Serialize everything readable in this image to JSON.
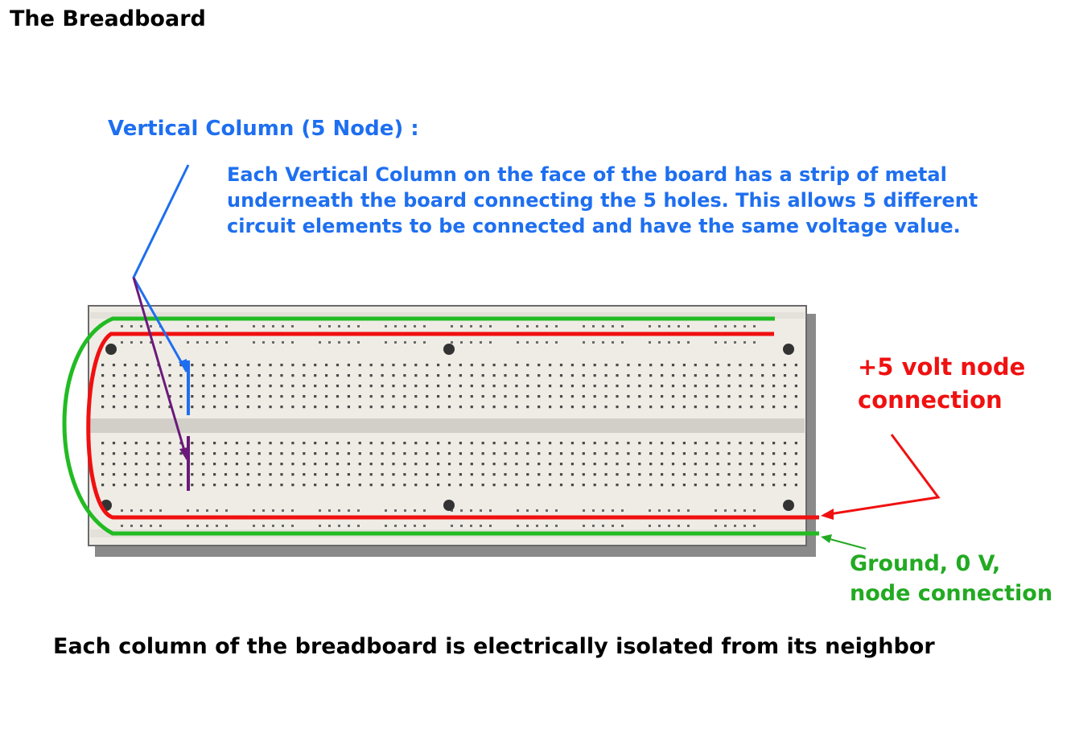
{
  "title": "The Breadboard",
  "vertical_column": {
    "heading": "Vertical Column (5 Node) :",
    "description_lines": [
      " Each Vertical Column on the face of the board has a strip of metal",
      "underneath the board connecting the 5 holes. This allows 5 different",
      "circuit elements to be connected and have the same voltage value."
    ]
  },
  "plus5_label": [
    "+5 volt node",
    "connection"
  ],
  "ground_label": [
    "Ground, 0 V,",
    "node connection"
  ],
  "bottom_note": "Each column of the breadboard is electrically isolated from its neighbor",
  "colors": {
    "blue": "#1e6ff0",
    "red": "#f01010",
    "green": "#22bb22",
    "purple": "#6a1a7a",
    "board": "#efece6"
  }
}
